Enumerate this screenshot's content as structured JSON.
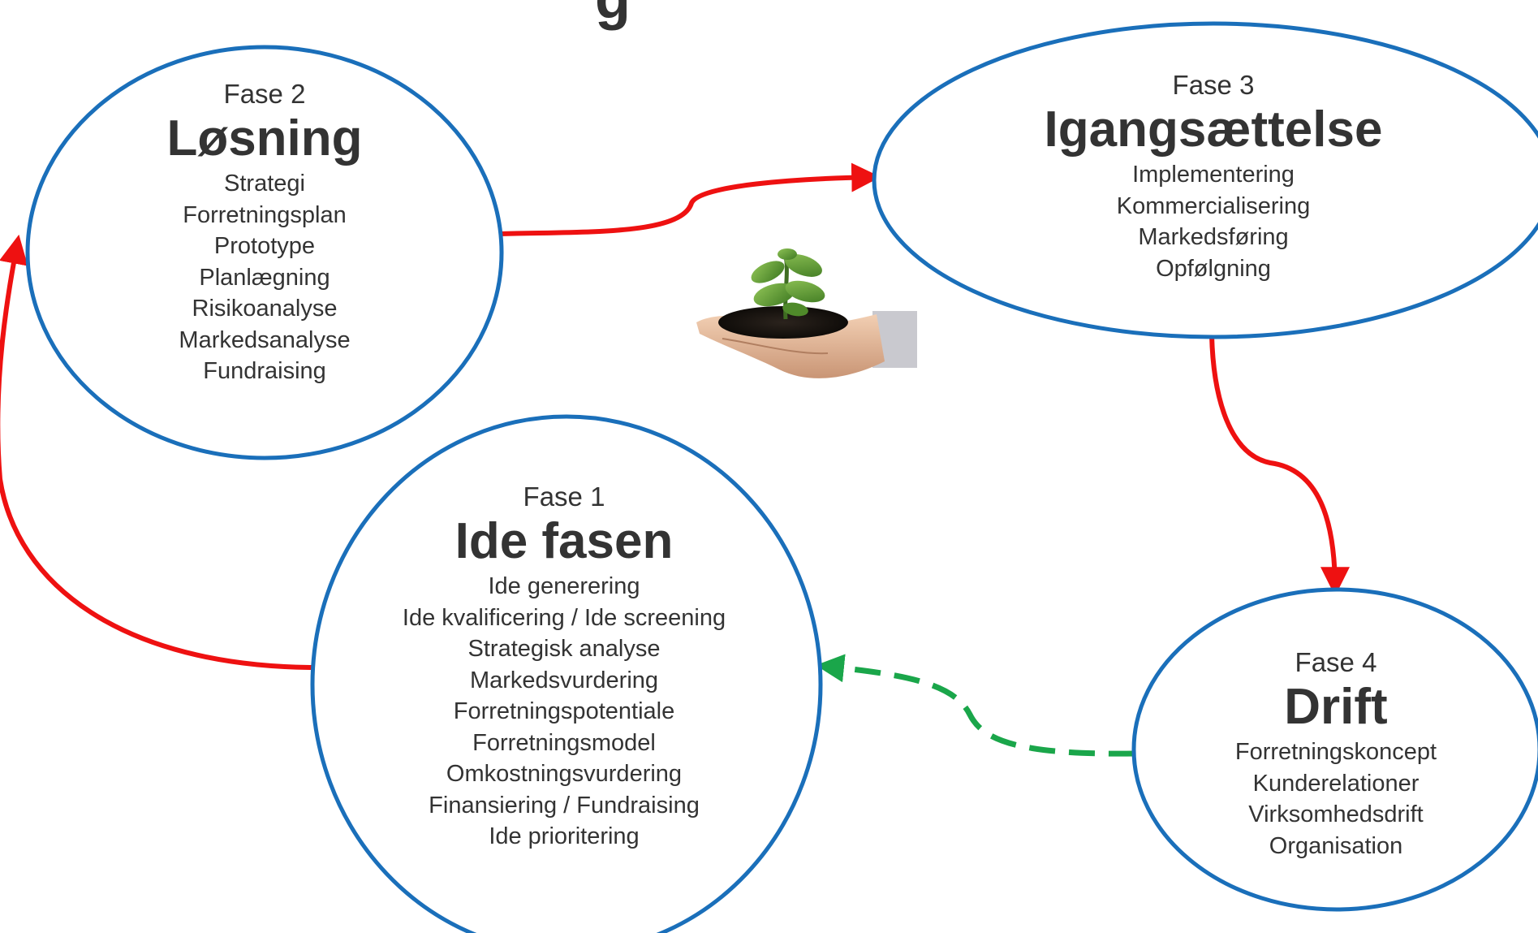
{
  "page": {
    "heading_fragment": "g"
  },
  "colors": {
    "circle_stroke": "#1a6fba",
    "arrow_red": "#ee1111",
    "arrow_green": "#1aa64a",
    "text": "#333333"
  },
  "phases": [
    {
      "id": "fase-1",
      "label": "Fase 1",
      "title": "Ide fasen",
      "items": [
        "Ide generering",
        "Ide kvalificering / Ide screening",
        "Strategisk analyse",
        "Markedsvurdering",
        "Forretningspotentiale",
        "Forretningsmodel",
        "Omkostningsvurdering",
        "Finansiering / Fundraising",
        "Ide prioritering"
      ]
    },
    {
      "id": "fase-2",
      "label": "Fase 2",
      "title": "Løsning",
      "items": [
        "Strategi",
        "Forretningsplan",
        "Prototype",
        "Planlægning",
        "Risikoanalyse",
        "Markedsanalyse",
        "Fundraising"
      ]
    },
    {
      "id": "fase-3",
      "label": "Fase 3",
      "title": "Igangsættelse",
      "items": [
        "Implementering",
        "Kommercialisering",
        "Markedsføring",
        "Opfølgning"
      ]
    },
    {
      "id": "fase-4",
      "label": "Fase 4",
      "title": "Drift",
      "items": [
        "Forretningskoncept",
        "Kunderelationer",
        "Virksomhedsdrift",
        "Organisation"
      ]
    }
  ],
  "connectors": [
    {
      "from": "fase-1",
      "to": "fase-2",
      "style": "solid",
      "color": "red"
    },
    {
      "from": "fase-2",
      "to": "fase-3",
      "style": "solid",
      "color": "red"
    },
    {
      "from": "fase-3",
      "to": "fase-4",
      "style": "solid",
      "color": "red"
    },
    {
      "from": "fase-4",
      "to": "fase-1",
      "style": "dashed",
      "color": "green"
    }
  ],
  "image": {
    "name": "plant-in-hand"
  }
}
